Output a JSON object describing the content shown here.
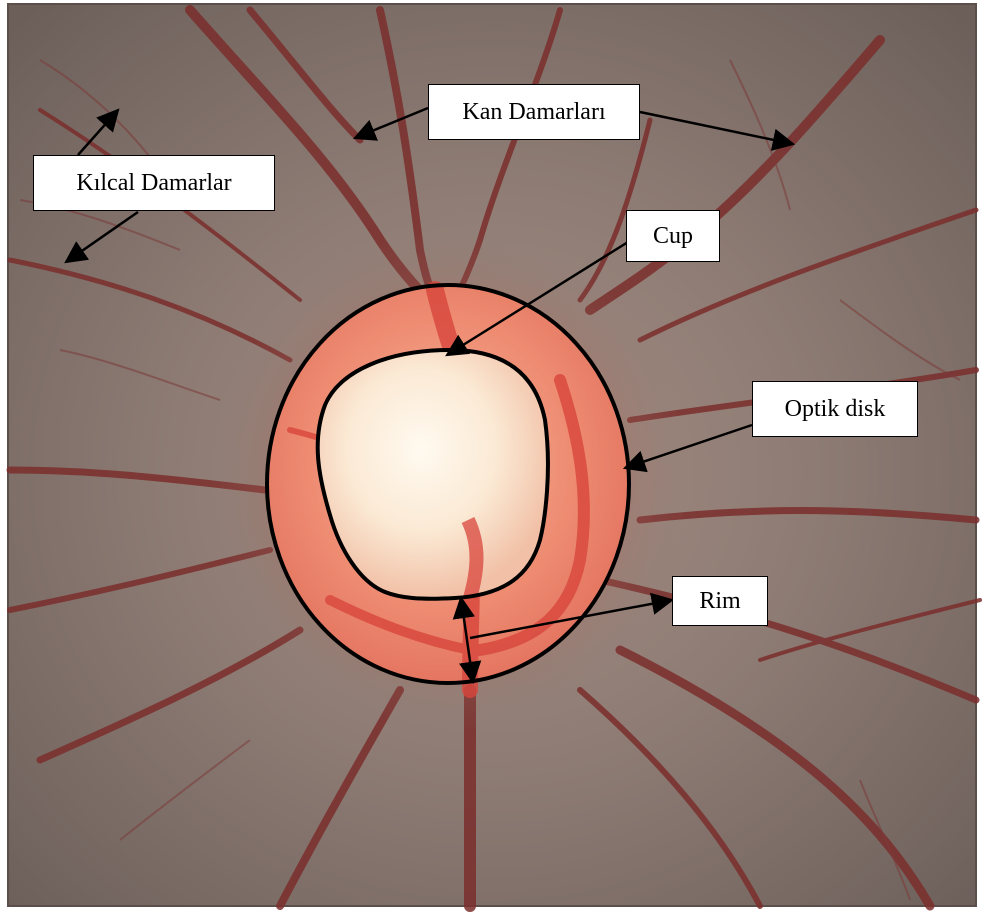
{
  "labels": {
    "kan_damarlari": "Kan Damarları",
    "kilcal_damarlar": "Kılcal Damarlar",
    "cup": "Cup",
    "optik_disk": "Optik disk",
    "rim": "Rim"
  },
  "colors": {
    "background_retina": "#8a7a72",
    "vessel": "#7a2a2a",
    "disc": "#f08c72",
    "cup": "#fff2dc",
    "outline": "#000000",
    "label_bg": "#ffffff"
  }
}
